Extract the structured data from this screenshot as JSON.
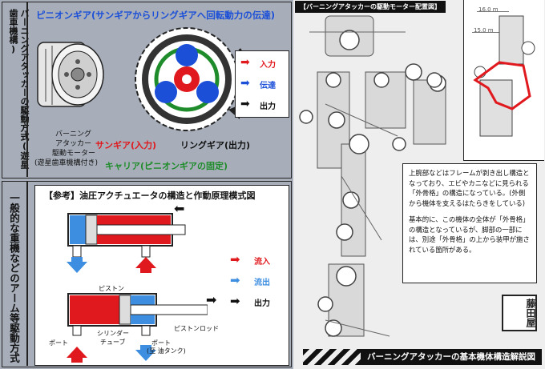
{
  "left_top": {
    "vertical_title": "バーニングアタッカーの駆動方式(遊星歯車機構)",
    "heading": "ピニオンギア(サンギアからリングギアへ回転動力の伝達)",
    "motor_label_1": "バーニング",
    "motor_label_2": "アタッカー",
    "motor_label_3": "駆動モーター",
    "motor_label_4": "(遊星歯車機構付き)",
    "sun_gear_label": "サンギア(入力)",
    "ring_gear_label": "リングギア(出力)",
    "carrier_label": "キャリア(ピニオンギアの固定)",
    "legend": [
      {
        "label": "入力",
        "color": "#e0191e"
      },
      {
        "label": "伝達",
        "color": "#1b4fd8"
      },
      {
        "label": "出力",
        "color": "#111111"
      }
    ]
  },
  "left_bottom": {
    "vertical_title": "一般的な重機などのアーム等駆動方式",
    "heading": "【参考】油圧アクチュエータの構造と作動原理模式図",
    "piston_label": "ピストン",
    "rod_label": "ピストンロッド",
    "cylinder_label_1": "シリンダー",
    "cylinder_label_2": "チューブ",
    "port_label_left": "ポート",
    "port_label_right_1": "ポート",
    "port_label_right_2": "(至 油タンク)",
    "legend": [
      {
        "label": "流入",
        "color": "#e0191e"
      },
      {
        "label": "流出",
        "color": "#3d8ee0"
      },
      {
        "label": "出力",
        "color": "#111111"
      }
    ]
  },
  "right": {
    "header": "【バーニングアタッカーの駆動モーター配置図】",
    "scale_top": "16.0 m",
    "scale_mid": "15.0 m",
    "note_para1": "上腕部などはフレームが剥き出し構造となっており、エビやカニなどに見られる「外骨格」の構造になっている。(外側から機体を支えるはたらきをしている)",
    "note_para2": "基本的に、この機体の全体が「外骨格」の構造となっているが、脚部の一部には、別途「外骨格」の上から装甲が施されている箇所がある。",
    "stamp": "藤田屋",
    "footer": "バーニングアタッカーの基本機体構造解説図"
  }
}
